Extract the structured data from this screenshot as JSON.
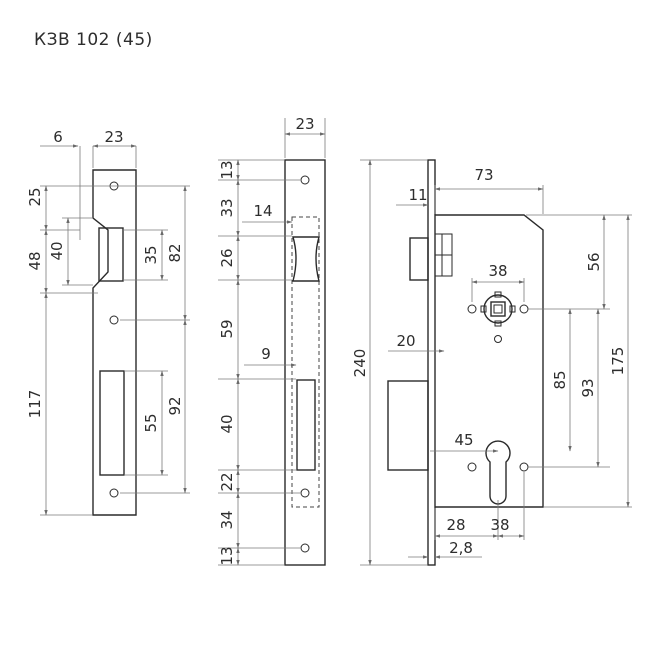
{
  "title": "КЗВ 102 (45)",
  "dims": {
    "strike_slot_offset": "6",
    "strike_width": "23",
    "strike_top": "25",
    "strike_upper_span": "48",
    "strike_notch": "40",
    "strike_latch_window": "35",
    "strike_upper_total": "82",
    "strike_lower": "117",
    "strike_bolt_window": "55",
    "strike_lower_total": "92",
    "face_width": "23",
    "face_top_hole": "13",
    "face_seg_33": "33",
    "face_latch_offset": "14",
    "face_seg_26": "26",
    "face_seg_59": "59",
    "face_bolt_offset": "9",
    "face_seg_40": "40",
    "face_seg_22": "22",
    "face_seg_34": "34",
    "face_bottom_hole": "13",
    "lock_faceplate": "11",
    "lock_width": "73",
    "lock_spindle_size": "38",
    "lock_spindle_top": "56",
    "lock_total_height": "240",
    "lock_bolt_throw": "20",
    "lock_centre_distance": "85",
    "lock_spindle_bottom": "93",
    "lock_body_height": "175",
    "lock_cylinder_hole": "45",
    "lock_backset_28": "28",
    "lock_backset_38": "38",
    "lock_face_thickness": "2,8"
  }
}
